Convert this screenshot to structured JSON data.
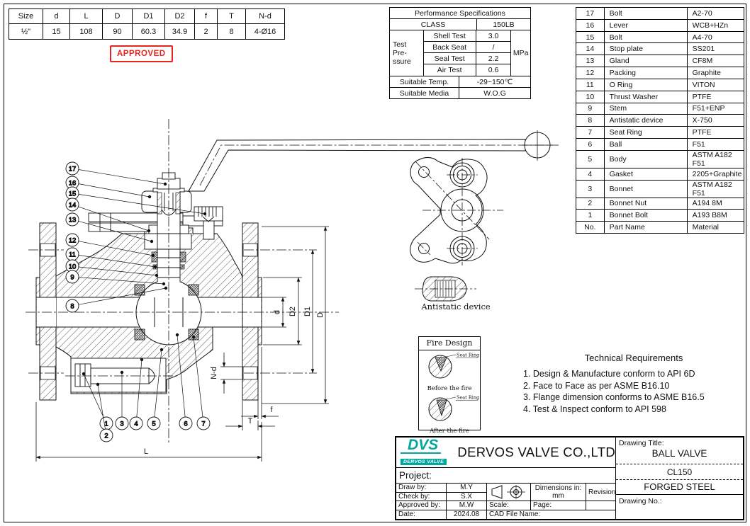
{
  "dims_table": {
    "headers": [
      "Size",
      "d",
      "L",
      "D",
      "D1",
      "D2",
      "f",
      "T",
      "N-d"
    ],
    "values": [
      "½\"",
      "15",
      "108",
      "90",
      "60.3",
      "34.9",
      "2",
      "8",
      "4-Ø16"
    ]
  },
  "approved": {
    "label": "APPROVED",
    "color": "#e8241f"
  },
  "performance": {
    "title": "Performance Specifications",
    "class_label": "CLASS",
    "class_value": "150LB",
    "tp_lines": [
      "Test",
      "Pre-",
      "ssure"
    ],
    "tests": [
      {
        "label": "Shell Test",
        "value": "3.0"
      },
      {
        "label": "Back Seat",
        "value": "/"
      },
      {
        "label": "Seal Test",
        "value": "2.2"
      },
      {
        "label": "Air Test",
        "value": "0.6"
      }
    ],
    "unit": "MPa",
    "temp_label": "Suitable Temp.",
    "temp_value": "-29~150℃",
    "media_label": "Suitable Media",
    "media_value": "W.O.G"
  },
  "parts_table": {
    "footer": {
      "no": "No.",
      "name": "Part Name",
      "material": "Material"
    },
    "rows": [
      {
        "no": "17",
        "name": "Bolt",
        "material": "A2-70"
      },
      {
        "no": "16",
        "name": "Lever",
        "material": "WCB+HZn"
      },
      {
        "no": "15",
        "name": "Bolt",
        "material": "A4-70"
      },
      {
        "no": "14",
        "name": "Stop plate",
        "material": "SS201"
      },
      {
        "no": "13",
        "name": "Gland",
        "material": "CF8M"
      },
      {
        "no": "12",
        "name": "Packing",
        "material": "Graphite"
      },
      {
        "no": "11",
        "name": "O Ring",
        "material": "VITON"
      },
      {
        "no": "10",
        "name": "Thrust Washer",
        "material": "PTFE"
      },
      {
        "no": "9",
        "name": "Stem",
        "material": "F51+ENP"
      },
      {
        "no": "8",
        "name": "Antistatic device",
        "material": "X-750"
      },
      {
        "no": "7",
        "name": "Seat Ring",
        "material": "PTFE"
      },
      {
        "no": "6",
        "name": "Ball",
        "material": "F51"
      },
      {
        "no": "5",
        "name": "Body",
        "material": "ASTM A182 F51"
      },
      {
        "no": "4",
        "name": "Gasket",
        "material": "2205+Graphite"
      },
      {
        "no": "3",
        "name": "Bonnet",
        "material": "ASTM A182 F51"
      },
      {
        "no": "2",
        "name": "Bonnet Nut",
        "material": "A194 8M"
      },
      {
        "no": "1",
        "name": "Bonnet Bolt",
        "material": "A193 B8M"
      }
    ]
  },
  "technical_requirements": {
    "title": "Technical Requirements",
    "items": [
      "1. Design & Manufacture conform to API 6D",
      "2. Face to Face as per ASME B16.10",
      "3. Flange dimension conforms to ASME B16.5",
      "4. Test & Inspect conform to API 598"
    ]
  },
  "details": {
    "antistatic_label": "Antistatic device",
    "fire_design_title": "Fire Design",
    "seat_ring_label": "Seat Ring",
    "before_label": "Before the fire",
    "after_label": "After the fire"
  },
  "drawing": {
    "callout_labels": [
      "1",
      "2",
      "3",
      "4",
      "5",
      "6",
      "7",
      "8",
      "9",
      "10",
      "11",
      "12",
      "13",
      "14",
      "15",
      "16",
      "17"
    ],
    "dim_labels": {
      "d": "d",
      "D2": "D2",
      "D1": "D1",
      "D": "D",
      "Nd": "N-d",
      "f": "f",
      "T": "T",
      "L": "L"
    }
  },
  "title_block": {
    "logo_text": "DVS",
    "logo_sub": "DERVOS VALVE",
    "logo_color": "#00a79c",
    "company": "DERVOS VALVE CO.,LTD",
    "project_label": "Project:",
    "fields": [
      {
        "label": "Draw by:",
        "value": "M.Y"
      },
      {
        "label": "Check by:",
        "value": "S.X"
      },
      {
        "label": "Approved by:",
        "value": "M.W"
      },
      {
        "label": "Date:",
        "value": "2024.08"
      }
    ],
    "scale_label": "Scale:",
    "cad_label": "CAD File Name:",
    "dimensions_label": "Dimensions in:",
    "dimensions_value": "mm",
    "revision_label": "Revision:",
    "page_label": "Page:",
    "drawing_title_label": "Drawing Title:",
    "drawing_title": "BALL VALVE",
    "class_value": "CL150",
    "material_value": "FORGED STEEL",
    "drawing_no_label": "Drawing No.:"
  }
}
